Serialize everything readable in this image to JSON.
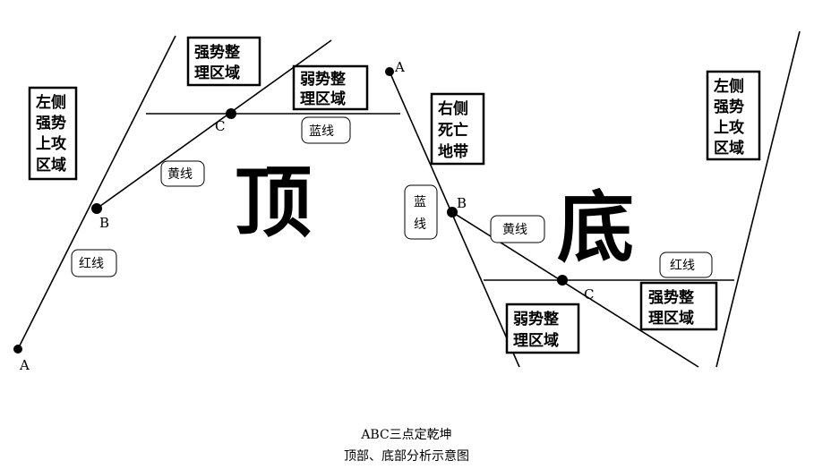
{
  "top": {
    "big_char": "顶",
    "strong_zone": [
      "强势整",
      "理区域"
    ],
    "weak_zone": [
      "弱势整",
      "理区域"
    ],
    "left_attack": [
      "左侧",
      "强势",
      "上攻",
      "区域"
    ],
    "yellow": "黄线",
    "red": "红线",
    "blue": "蓝线",
    "A": "A",
    "B": "B",
    "C": "C"
  },
  "bottom": {
    "big_char": "底",
    "death_zone": [
      "右侧",
      "死亡",
      "地带"
    ],
    "left_attack": [
      "左侧",
      "强势",
      "上攻",
      "区域"
    ],
    "blue": [
      "蓝",
      "线"
    ],
    "yellow": "黄线",
    "red": "红线",
    "weak_zone": [
      "弱势整",
      "理区域"
    ],
    "strong_zone": [
      "强势整",
      "理区域"
    ],
    "A": "A",
    "B": "B",
    "C": "C"
  },
  "caption": {
    "line1": "ABC三点定乾坤",
    "line2": "顶部、底部分析示意图"
  }
}
